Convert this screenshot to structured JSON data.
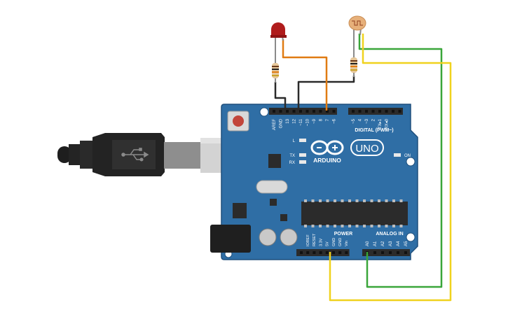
{
  "board": {
    "brand": "ARDUINO",
    "model": "UNO",
    "digital_label": "DIGITAL (PWM~)",
    "power_label": "POWER",
    "analog_label": "ANALOG IN",
    "on_label": "ON",
    "led_l": "L",
    "tx": "TX",
    "rx": "RX",
    "digital_pins": [
      "AREF",
      "GND",
      "13",
      "12",
      "~11",
      "~10",
      "~9",
      "8",
      "7",
      "~6",
      "~5",
      "4",
      "~3",
      "2",
      "TX▸1",
      "RX◂0"
    ],
    "power_pins": [
      "IOREF",
      "RESET",
      "3.3V",
      "5V",
      "GND",
      "GND",
      "Vin"
    ],
    "analog_pins": [
      "A0",
      "A1",
      "A2",
      "A3",
      "A4",
      "A5"
    ]
  },
  "colors": {
    "board": "#2f6ea5",
    "board_edge": "#1f4f7c",
    "header": "#2b2b2b",
    "wire_black": "#2a2a2a",
    "wire_orange": "#e07b12",
    "wire_green": "#3aa63a",
    "wire_yellow": "#f0d21e",
    "led": "#b01c1c",
    "ldr": "#e7b07a",
    "resistor": "#e6c79a"
  },
  "components": {
    "led": "red-led",
    "ldr": "photoresistor",
    "resistors": [
      "resistor-led",
      "resistor-ldr"
    ],
    "cable": "usb-b-cable"
  }
}
